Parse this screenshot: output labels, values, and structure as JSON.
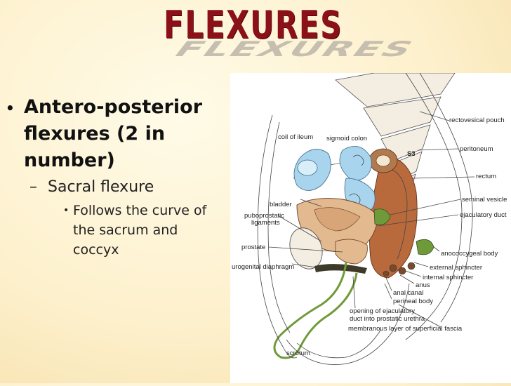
{
  "slide": {
    "title": "FLEXURES",
    "bullets": [
      {
        "text": "Antero-posterior flexures (2 in number)",
        "sub": [
          {
            "text": "Sacral flexure",
            "sub": [
              "Follows the curve of the sacrum and coccyx"
            ]
          }
        ]
      }
    ]
  },
  "figure": {
    "labels": {
      "rectovesical_pouch": "rectovesical pouch",
      "coil_of_ileum": "coil of ileum",
      "sigmoid_colon": "sigmoid colon",
      "s3": "S3",
      "peritoneum": "peritoneum",
      "rectum": "rectum",
      "bladder": "bladder",
      "seminal_vesicle": "seminal vesicle",
      "puboprostatic_ligaments": [
        "puboprostatic",
        "ligaments"
      ],
      "ejaculatory_duct": "ejaculatory duct",
      "prostate": "prostate",
      "anococcygeal_body": "anococcygeal body",
      "urogenital_diaphragm": "urogenital diaphragm",
      "external_sphincter": "external sphincter",
      "internal_sphincter": "internal sphincter",
      "anus": "anus",
      "anal_canal": "anal canal",
      "perineal_body": "perineal body",
      "opening_ejaculatory": [
        "opening of ejaculatory",
        "duct into prostatic urethra"
      ],
      "membranous_layer": "membranous layer of superficial fascia",
      "scrotum": "scrotum"
    },
    "colors": {
      "bladder": "#e3b98f",
      "intestine": "#a9d4ee",
      "rectum": "#b86a3c",
      "muscle_green": "#6f9a3a",
      "bone": "#f3ede2"
    }
  }
}
